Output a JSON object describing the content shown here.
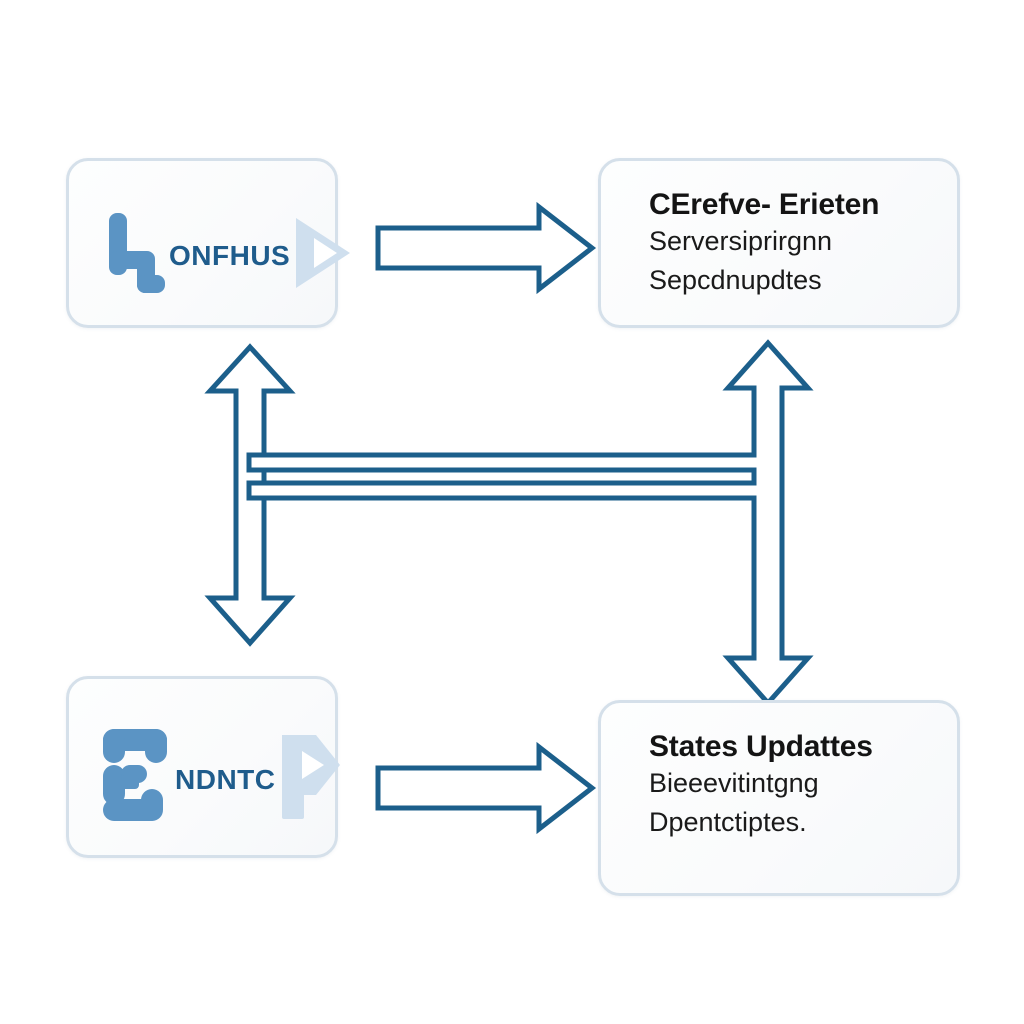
{
  "diagram": {
    "title": "Two-column process flow with bidirectional connectors",
    "background_color": "#ffffff",
    "accent_color": "#1c5f8b",
    "logo_mark_color": "#5b94c4",
    "logo_word_color": "#1f5c8c",
    "logo_arrow_color": "#cfdfee",
    "box_border_color": "#d5e0ea"
  },
  "nodes": {
    "top_left": {
      "name": "Top left logo card",
      "logo_mark": "h-glyph-logo",
      "logo_word": "ONFHUS",
      "logo_arrow": "play-triangle-icon"
    },
    "top_right": {
      "name": "Top right text card",
      "title": "CErefve- Erieten",
      "line1": "Serversiprirgnn",
      "line2": "Sepcdnupdtes"
    },
    "bottom_left": {
      "name": "Bottom left logo card",
      "logo_mark": "e-glyph-logo",
      "logo_word": "NDNTC",
      "logo_arrow": "flag-arrow-icon"
    },
    "bottom_right": {
      "name": "Bottom right text card",
      "title": "States Updattes",
      "line1": "Bieeevitintgng",
      "line2": "Dpentctiptes."
    }
  },
  "connectors": {
    "top_horizontal": {
      "name": "Top horizontal block arrow",
      "direction": "right",
      "from": "top_left",
      "to": "top_right"
    },
    "bottom_horizontal": {
      "name": "Bottom horizontal block arrow",
      "direction": "right",
      "from": "bottom_left",
      "to": "bottom_right"
    },
    "left_vertical": {
      "name": "Left double headed vertical arrow",
      "direction": "both",
      "from": "top_left",
      "to": "bottom_left"
    },
    "right_vertical": {
      "name": "Right double headed vertical arrow",
      "direction": "both",
      "from": "top_right",
      "to": "bottom_right"
    },
    "cross_band": {
      "name": "Central horizontal connector band",
      "direction": "both",
      "from": "left_vertical",
      "to": "right_vertical"
    }
  }
}
